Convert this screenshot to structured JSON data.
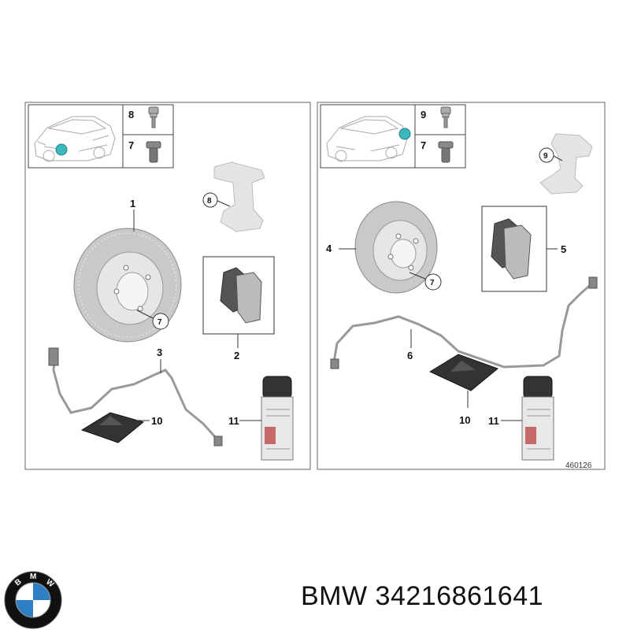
{
  "panel_left": {
    "inset_items": [
      {
        "number": "8",
        "icon": "bolt-icon"
      },
      {
        "number": "7",
        "icon": "screw-icon"
      }
    ],
    "parts": [
      {
        "number": "1",
        "name": "brake-disc"
      },
      {
        "number": "2",
        "name": "brake-pads"
      },
      {
        "number": "3",
        "name": "wear-sensor"
      },
      {
        "number": "7",
        "name": "screw"
      },
      {
        "number": "8",
        "name": "caliper-carrier"
      },
      {
        "number": "10",
        "name": "grease-pack"
      },
      {
        "number": "11",
        "name": "spray-can"
      }
    ]
  },
  "panel_right": {
    "inset_items": [
      {
        "number": "9",
        "icon": "bolt-icon"
      },
      {
        "number": "7",
        "icon": "screw-icon"
      }
    ],
    "parts": [
      {
        "number": "4",
        "name": "brake-disc"
      },
      {
        "number": "5",
        "name": "brake-pads"
      },
      {
        "number": "6",
        "name": "wear-sensor"
      },
      {
        "number": "7",
        "name": "screw"
      },
      {
        "number": "9",
        "name": "caliper-carrier"
      },
      {
        "number": "10",
        "name": "grease-pack"
      },
      {
        "number": "11",
        "name": "spray-can"
      }
    ],
    "reference_number": "460126"
  },
  "footer": {
    "text": "BMW 34216861641",
    "logo": "bmw-logo",
    "logo_colors": {
      "ring": "#111111",
      "blue": "#2f7fc4",
      "white": "#ffffff"
    }
  },
  "colors": {
    "outline": "#555555",
    "part_gray": "#cccccc",
    "highlight": "#3ab8c0"
  }
}
